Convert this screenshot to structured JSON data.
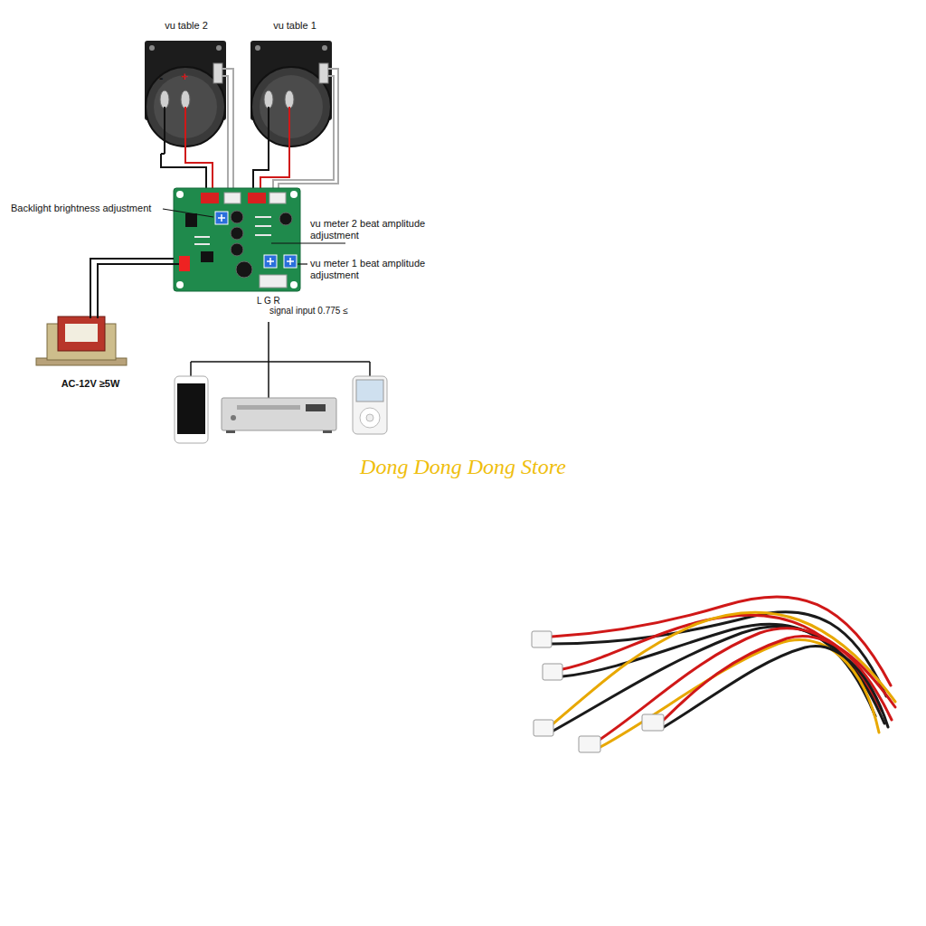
{
  "diagram": {
    "nodes": [
      {
        "text": [
          "vu table 2"
        ]
      },
      {
        "text": [
          "vu table 1"
        ]
      },
      {
        "text": [
          "L G R",
          "signal input 0.775 ≤"
        ]
      },
      {
        "text": [
          "AC-12V ≥5W"
        ]
      }
    ],
    "edges": [
      {
        "from": 0,
        "to": 2,
        "arrow": "none"
      },
      {
        "from": 1,
        "to": 2,
        "arrow": "none"
      },
      {
        "from": 3,
        "to": 2,
        "arrow": "none"
      }
    ],
    "labels": [
      "Backlight brightness adjustment",
      "vu meter 2 beat amplitude adjustment",
      "vu meter 1 beat amplitude adjustment",
      "-",
      "+",
      "Dong Dong Dong Store"
    ]
  }
}
